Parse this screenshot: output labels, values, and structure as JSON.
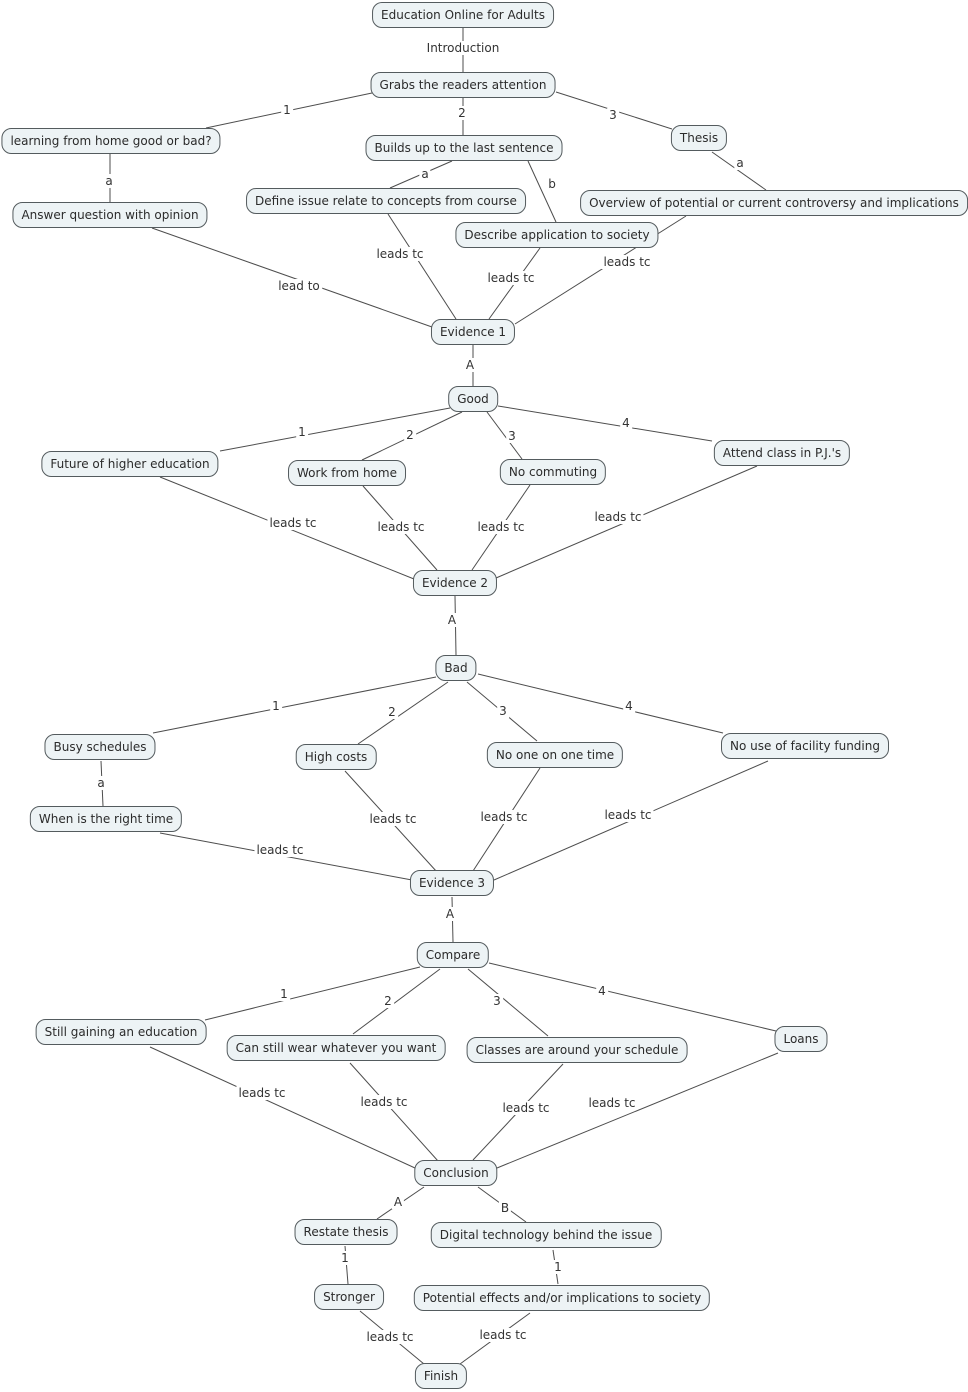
{
  "diagram": {
    "type": "concept-map",
    "root_title": "Education Online for Adults"
  },
  "colors": {
    "background": "#ffffff",
    "node_fill": "#edf3f5",
    "node_border": "#545b5e",
    "edge_line": "#4d4d4d",
    "text": "#2b2b2b"
  },
  "nodes": {
    "title": "Education Online for Adults",
    "grabs": "Grabs the readers attention",
    "learning": "learning from home good or bad?",
    "answer": "Answer question with opinion",
    "builds": "Builds up to the last sentence",
    "define": "Define issue relate to concepts from course",
    "describe": "Describe application to society",
    "thesis": "Thesis",
    "overview": "Overview of potential or current controversy and implications",
    "evidence1": "Evidence 1",
    "good": "Good",
    "future": "Future of higher education",
    "work_home": "Work from home",
    "no_commuting": "No commuting",
    "attend": "Attend class in P.J.'s",
    "evidence2": "Evidence 2",
    "bad": "Bad",
    "busy": "Busy schedules",
    "when": "When is the right time",
    "high_costs": "High costs",
    "no_one": "No one on one time",
    "no_use": "No use of facility funding",
    "evidence3": "Evidence 3",
    "compare": "Compare",
    "still_gaining": "Still gaining an education",
    "wear": "Can still wear whatever you want",
    "classes": "Classes are around your schedule",
    "loans": "Loans",
    "conclusion": "Conclusion",
    "restate": "Restate thesis",
    "digital": "Digital technology behind the issue",
    "stronger": "Stronger",
    "potential": "Potential effects and/or implications to society",
    "finish": "Finish"
  },
  "edges": [
    {
      "from": "title",
      "to": "grabs",
      "label": "Introduction"
    },
    {
      "from": "grabs",
      "to": "learning",
      "label": "1"
    },
    {
      "from": "grabs",
      "to": "builds",
      "label": "2"
    },
    {
      "from": "grabs",
      "to": "thesis",
      "label": "3"
    },
    {
      "from": "learning",
      "to": "answer",
      "label": "a"
    },
    {
      "from": "builds",
      "to": "define",
      "label": "a"
    },
    {
      "from": "builds",
      "to": "describe",
      "label": "b"
    },
    {
      "from": "thesis",
      "to": "overview",
      "label": "a"
    },
    {
      "from": "answer",
      "to": "evidence1",
      "label": "lead to"
    },
    {
      "from": "define",
      "to": "evidence1",
      "label": "leads tc"
    },
    {
      "from": "describe",
      "to": "evidence1",
      "label": "leads tc"
    },
    {
      "from": "overview",
      "to": "evidence1",
      "label": "leads tc"
    },
    {
      "from": "evidence1",
      "to": "good",
      "label": "A"
    },
    {
      "from": "good",
      "to": "future",
      "label": "1"
    },
    {
      "from": "good",
      "to": "work_home",
      "label": "2"
    },
    {
      "from": "good",
      "to": "no_commuting",
      "label": "3"
    },
    {
      "from": "good",
      "to": "attend",
      "label": "4"
    },
    {
      "from": "future",
      "to": "evidence2",
      "label": "leads tc"
    },
    {
      "from": "work_home",
      "to": "evidence2",
      "label": "leads tc"
    },
    {
      "from": "no_commuting",
      "to": "evidence2",
      "label": "leads tc"
    },
    {
      "from": "attend",
      "to": "evidence2",
      "label": "leads tc"
    },
    {
      "from": "evidence2",
      "to": "bad",
      "label": "A"
    },
    {
      "from": "bad",
      "to": "busy",
      "label": "1"
    },
    {
      "from": "bad",
      "to": "high_costs",
      "label": "2"
    },
    {
      "from": "bad",
      "to": "no_one",
      "label": "3"
    },
    {
      "from": "bad",
      "to": "no_use",
      "label": "4"
    },
    {
      "from": "busy",
      "to": "when",
      "label": "a"
    },
    {
      "from": "when",
      "to": "evidence3",
      "label": "leads tc"
    },
    {
      "from": "high_costs",
      "to": "evidence3",
      "label": "leads tc"
    },
    {
      "from": "no_one",
      "to": "evidence3",
      "label": "leads tc"
    },
    {
      "from": "no_use",
      "to": "evidence3",
      "label": "leads tc"
    },
    {
      "from": "evidence3",
      "to": "compare",
      "label": "A"
    },
    {
      "from": "compare",
      "to": "still_gaining",
      "label": "1"
    },
    {
      "from": "compare",
      "to": "wear",
      "label": "2"
    },
    {
      "from": "compare",
      "to": "classes",
      "label": "3"
    },
    {
      "from": "compare",
      "to": "loans",
      "label": "4"
    },
    {
      "from": "still_gaining",
      "to": "conclusion",
      "label": "leads tc"
    },
    {
      "from": "wear",
      "to": "conclusion",
      "label": "leads tc"
    },
    {
      "from": "classes",
      "to": "conclusion",
      "label": "leads tc"
    },
    {
      "from": "loans",
      "to": "conclusion",
      "label": "leads tc"
    },
    {
      "from": "conclusion",
      "to": "restate",
      "label": "A"
    },
    {
      "from": "conclusion",
      "to": "digital",
      "label": "B"
    },
    {
      "from": "restate",
      "to": "stronger",
      "label": "1"
    },
    {
      "from": "digital",
      "to": "potential",
      "label": "1"
    },
    {
      "from": "stronger",
      "to": "finish",
      "label": "leads tc"
    },
    {
      "from": "potential",
      "to": "finish",
      "label": "leads tc"
    }
  ]
}
